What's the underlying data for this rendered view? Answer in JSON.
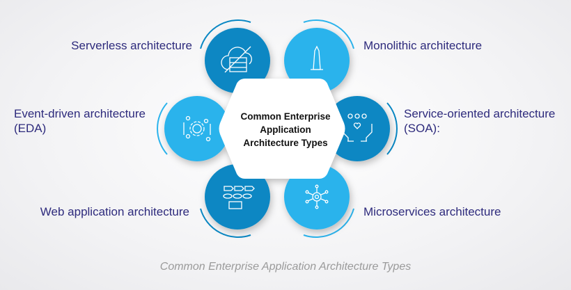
{
  "center_title": [
    "Common Enterprise",
    "Application",
    "Architecture Types"
  ],
  "items": [
    {
      "label": "Serverless architecture",
      "icon": "server-cloud-icon"
    },
    {
      "label": "Monolithic architecture",
      "icon": "monolith-icon"
    },
    {
      "label_lines": [
        "Event-driven architecture",
        "(EDA)"
      ],
      "icon": "gear-events-icon"
    },
    {
      "label_lines": [
        "Service-oriented architecture",
        "(SOA):"
      ],
      "icon": "hands-people-icon"
    },
    {
      "label": "Web application architecture",
      "icon": "flowchart-icon"
    },
    {
      "label": "Microservices architecture",
      "icon": "gear-network-icon"
    }
  ],
  "caption": "Common Enterprise Application Architecture Types",
  "colors": {
    "dark": "#0987c3",
    "light": "#2bb3ec",
    "text": "#2d2a7c"
  }
}
